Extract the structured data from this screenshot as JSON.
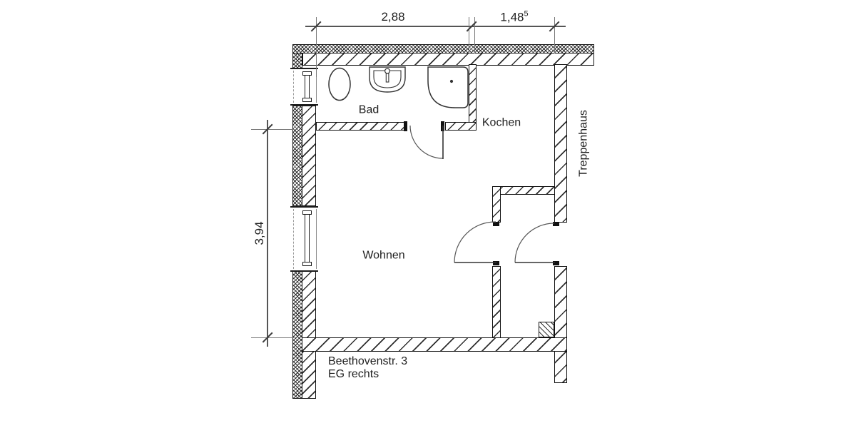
{
  "plan": {
    "address_line1": "Beethovenstr. 3",
    "address_line2": "EG rechts"
  },
  "rooms": {
    "bad": "Bad",
    "kochen": "Kochen",
    "wohnen": "Wohnen",
    "treppenhaus": "Treppenhaus"
  },
  "dimensions": {
    "top_span_left": "2,88",
    "top_span_right_base": "1,48",
    "top_span_right_sup": "5",
    "left_span": "3,94"
  },
  "fixtures": {
    "toilet": "toilet-icon",
    "washbasin": "washbasin-icon",
    "shower": "shower-icon"
  },
  "colors": {
    "wall_line": "#111111",
    "hatch": "#2e2e2e",
    "dimension": "#555555",
    "text": "#1f1f1f"
  }
}
